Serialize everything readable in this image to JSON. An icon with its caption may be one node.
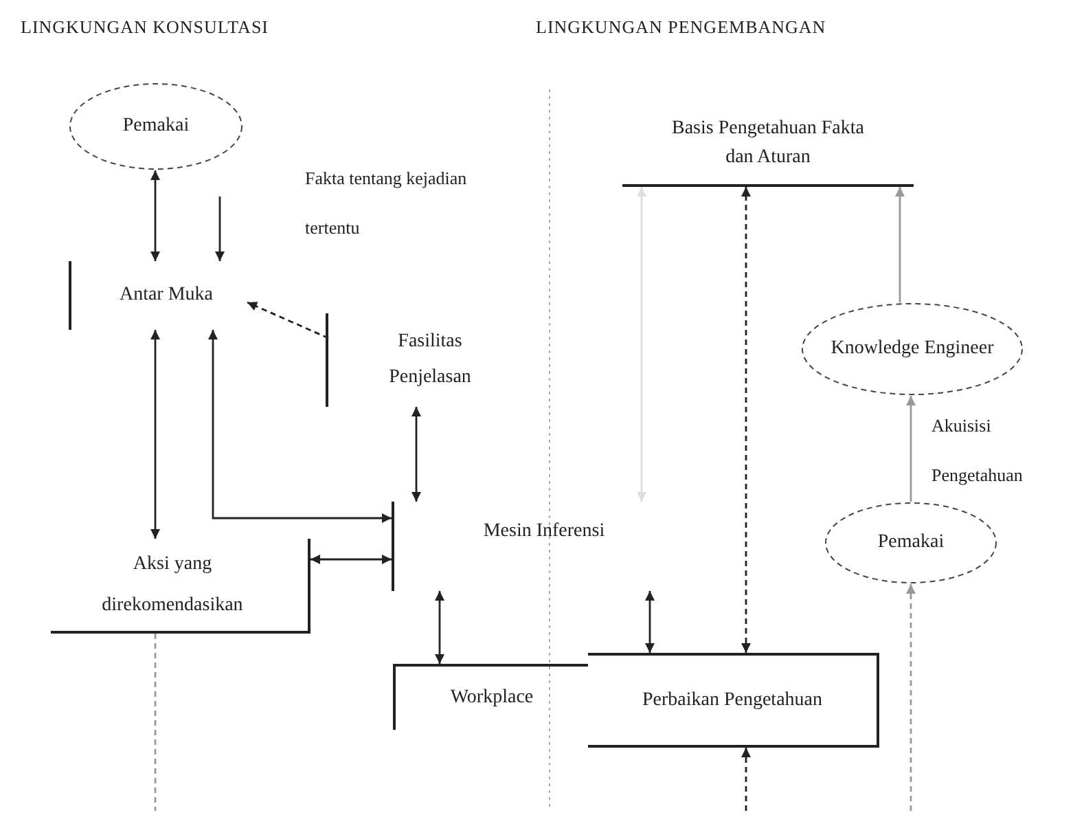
{
  "diagram": {
    "nodes": [
      {
        "text": [
          "Pemakai"
        ]
      },
      {
        "text": [
          "Antar Muka"
        ]
      },
      {
        "text": [
          "Fasilitas Penjelasan"
        ]
      },
      {
        "text": [
          "Mesin Inferensi"
        ]
      },
      {
        "text": [
          "Aksi yang direkomendasikan"
        ]
      },
      {
        "text": [
          "Workplace"
        ]
      },
      {
        "text": [
          "Basis Pengetahuan Fakta dan Aturan"
        ]
      },
      {
        "text": [
          "Knowledge Engineer"
        ]
      },
      {
        "text": [
          "Pemakai"
        ]
      },
      {
        "text": [
          "Perbaikan Pengetahuan"
        ]
      }
    ],
    "edges": [
      {
        "from": 0,
        "to": 1,
        "arrow": "both"
      },
      {
        "from": null,
        "to": 1,
        "arrow": "to",
        "label": "Fakta tentang kejadian tertentu"
      },
      {
        "from": 2,
        "to": 1,
        "arrow": "to",
        "style": "dashed"
      },
      {
        "from": 1,
        "to": 4,
        "arrow": "both"
      },
      {
        "from": 3,
        "to": 1,
        "arrow": "both"
      },
      {
        "from": 2,
        "to": 3,
        "arrow": "both"
      },
      {
        "from": 3,
        "to": 4,
        "arrow": "both"
      },
      {
        "from": 3,
        "to": 5,
        "arrow": "both"
      },
      {
        "from": 6,
        "to": 3,
        "arrow": "both",
        "color": "#dddddd"
      },
      {
        "from": 3,
        "to": 9,
        "arrow": "both"
      },
      {
        "from": 9,
        "to": 6,
        "arrow": "both",
        "style": "dashed"
      },
      {
        "from": 7,
        "to": 6,
        "arrow": "to",
        "color": "#999999"
      },
      {
        "from": 8,
        "to": 7,
        "arrow": "to",
        "color": "#999999",
        "label": "Akuisisi Pengetahuan"
      },
      {
        "from": 4,
        "to": null,
        "arrow": "none",
        "style": "dashed",
        "color": "#999999"
      },
      {
        "from": null,
        "to": 9,
        "arrow": "to",
        "style": "dashed"
      },
      {
        "from": null,
        "to": 8,
        "arrow": "to",
        "style": "dashed",
        "color": "#999999"
      }
    ],
    "labels": [
      "LINGKUNGAN KONSULTASI",
      "LINGKUNGAN PENGEMBANGAN"
    ]
  }
}
